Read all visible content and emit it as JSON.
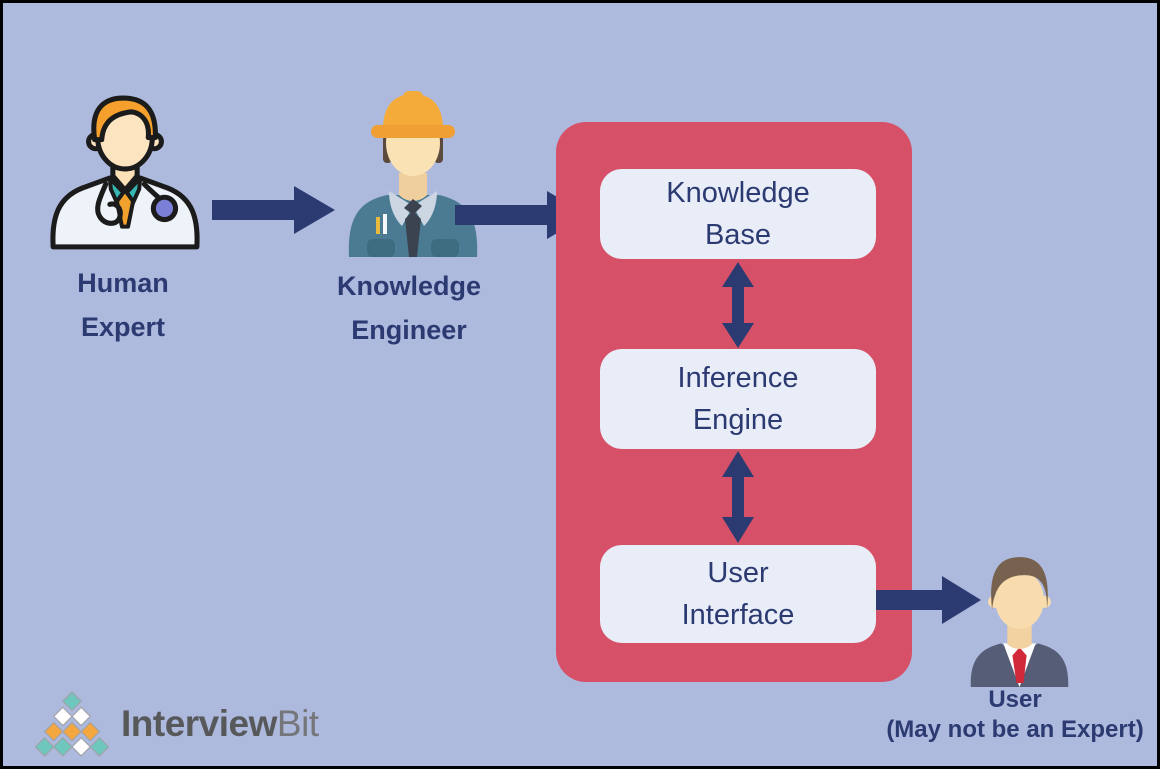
{
  "palette": {
    "background": "#aeb9de",
    "frame": "#000000",
    "panel-red": "#d65167",
    "navy": "#2c3a72",
    "box-fill": "#e9edf8",
    "logo-teal": "#6ec6bd",
    "logo-orange": "#f4a63f",
    "logo-text-dark": "#57585a",
    "logo-text-light": "#75767a"
  },
  "actors": {
    "human_expert": {
      "line1": "Human",
      "line2": "Expert"
    },
    "knowledge_engineer": {
      "line1": "Knowledge",
      "line2": "Engineer"
    },
    "user": {
      "line1": "User",
      "line2": "(May not be an Expert)"
    }
  },
  "expert_system": {
    "knowledge_base": {
      "line1": "Knowledge",
      "line2": "Base"
    },
    "inference_engine": {
      "line1": "Inference",
      "line2": "Engine"
    },
    "user_interface": {
      "line1": "User",
      "line2": "Interface"
    }
  },
  "logo": {
    "brand_primary": "Interview",
    "brand_secondary": "Bit"
  }
}
